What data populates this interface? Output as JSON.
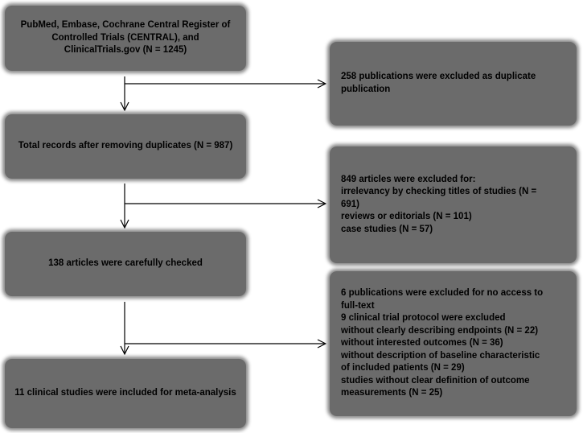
{
  "flow": {
    "left_boxes": [
      {
        "id": "sources",
        "text": "PubMed, Embase, Cochrane Central Register of Controlled Trials (CENTRAL), and ClinicalTrials.gov (N = 1245)"
      },
      {
        "id": "after-duplicates",
        "text": "Total records after removing duplicates (N = 987)"
      },
      {
        "id": "checked",
        "text": "138 articles were carefully checked"
      },
      {
        "id": "included",
        "text": "11 clinical studies were included for meta-analysis"
      }
    ],
    "right_boxes": [
      {
        "id": "duplicates-excluded",
        "lines": [
          "258 publications were excluded as duplicate",
          "publication"
        ]
      },
      {
        "id": "articles-excluded",
        "lines": [
          "849 articles were excluded for:",
          "irrelevancy by checking titles of studies (N =",
          "691)",
          "reviews or editorials (N = 101)",
          "case studies (N = 57)"
        ]
      },
      {
        "id": "publications-excluded",
        "lines": [
          "6 publications were excluded for no access to",
          "full-text",
          "9 clinical trial protocol were excluded",
          "without clearly describing endpoints (N = 22)",
          "without interested outcomes (N = 36)",
          "without description of baseline characteristic",
          "of included patients (N = 29)",
          "studies without clear definition of outcome",
          "measurements (N = 25)"
        ]
      }
    ]
  },
  "colors": {
    "box_fill": "#6b6b6b",
    "box_glow": "#8a8a8a",
    "line": "#000000"
  }
}
